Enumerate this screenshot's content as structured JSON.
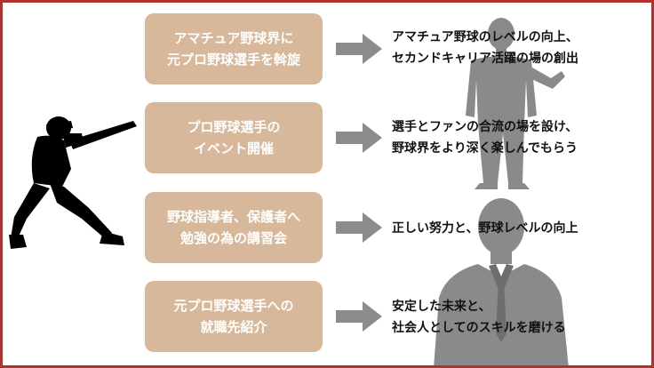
{
  "colors": {
    "frame": "#b0322c",
    "box_fill": "#d8b89a",
    "box_text": "#ffffff",
    "arrow": "#8c8c8c",
    "result_text": "#111111",
    "person_silhouette": "#8a8a8a"
  },
  "icons": {
    "batter": "baseball-batter-silhouette",
    "coach": "man-presenting-silhouette",
    "businessman": "businessman-in-suit-silhouette",
    "arrow": "right-arrow-icon"
  },
  "rows": [
    {
      "box_lines": [
        "アマチュア野球界に",
        "元プロ野球選手を斡旋"
      ],
      "result_lines": [
        "アマチュア野球のレベルの向上、",
        "セカンドキャリア活躍の場の創出"
      ]
    },
    {
      "box_lines": [
        "プロ野球選手の",
        "イベント開催"
      ],
      "result_lines": [
        "選手とファンの合流の場を設け、",
        "野球界をより深く楽しんでもらう"
      ]
    },
    {
      "box_lines": [
        "野球指導者、保護者へ",
        "勉強の為の講習会"
      ],
      "result_lines": [
        "正しい努力と、野球レベルの向上"
      ]
    },
    {
      "box_lines": [
        "元プロ野球選手への",
        "就職先紹介"
      ],
      "result_lines": [
        "安定した未来と、",
        "社会人としてのスキルを磨ける"
      ]
    }
  ]
}
